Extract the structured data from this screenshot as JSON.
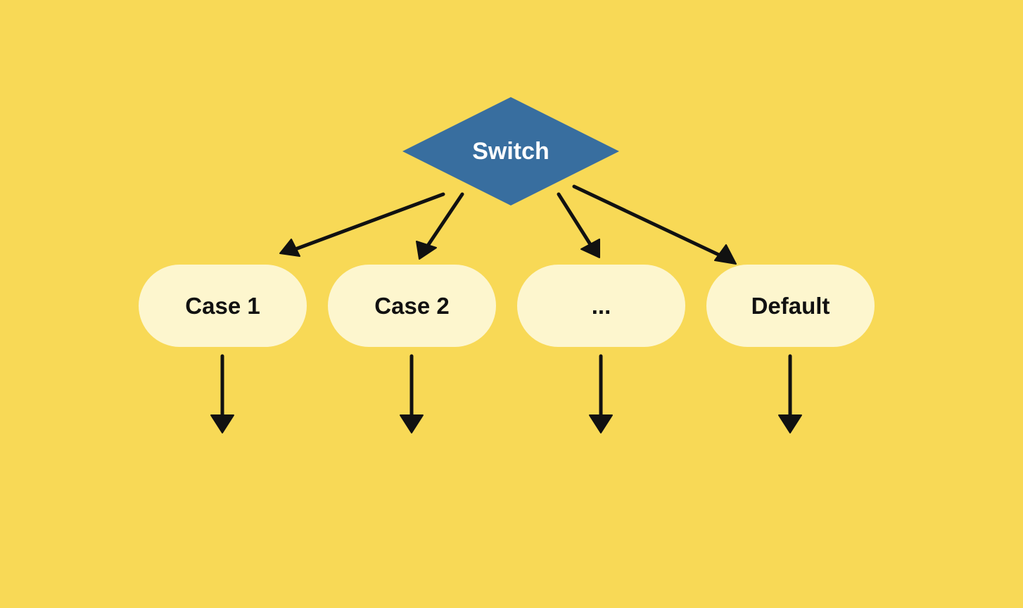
{
  "diagram": {
    "decision": {
      "label": "Switch",
      "color": "#386e9f"
    },
    "cases": [
      {
        "label": "Case 1"
      },
      {
        "label": "Case 2"
      },
      {
        "label": "..."
      },
      {
        "label": "Default"
      }
    ],
    "colors": {
      "background": "#f8d956",
      "case_fill": "#fdf6ce",
      "arrow": "#111111"
    }
  }
}
